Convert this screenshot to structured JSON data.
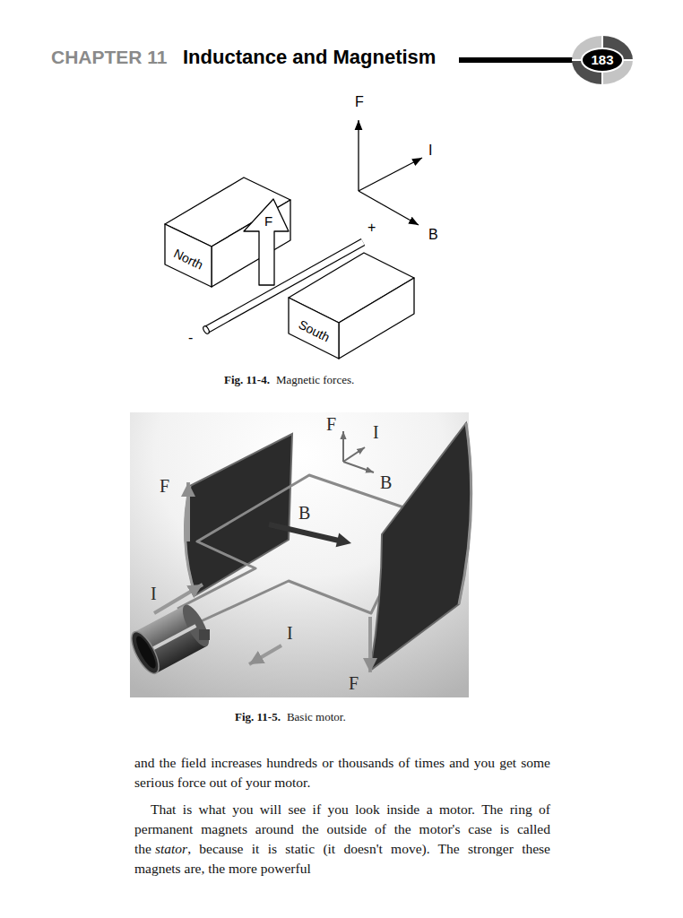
{
  "diagram": {
    "title": "Inductance and Magnetism",
    "nodes": [
      {
        "text": [
          "183"
        ]
      },
      {
        "text": [
          "North"
        ]
      },
      {
        "text": [
          "South"
        ]
      }
    ],
    "labels": [
      "CHAPTER 11",
      "F",
      "I",
      "B",
      "F",
      "+",
      "-",
      "Fig. 11-4.",
      "Magnetic forces.",
      "F",
      "I",
      "B",
      "F",
      "B",
      "I",
      "I",
      "F",
      "Fig. 11-5.",
      "Basic motor.",
      "and the field increases hundreds or thousands of times and you get some serious force out of your motor.",
      "That is what you will see if you look inside a motor. The ring of permanent magnets around the outside of the motor's case is called the",
      "stator",
      ", because it is static (it doesn't move). The stronger these magnets are, the more powerful"
    ]
  }
}
